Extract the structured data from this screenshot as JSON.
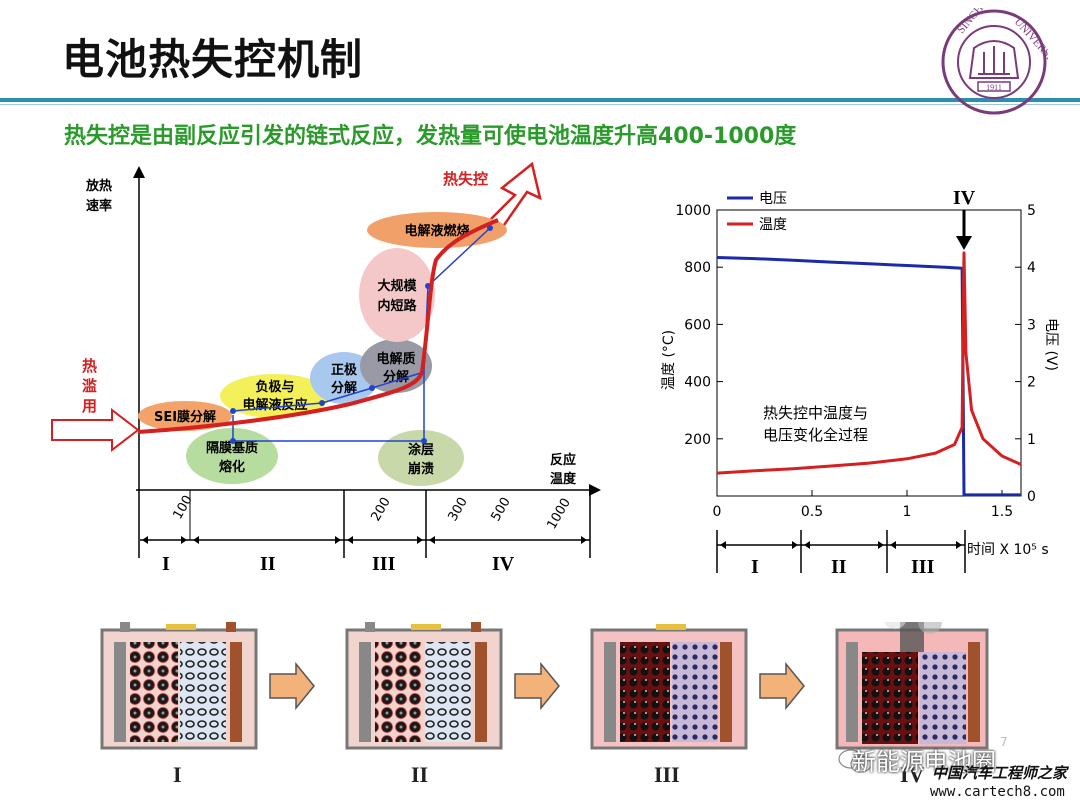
{
  "slide": {
    "title": "电池热失控机制",
    "subtitle": "热失控是由副反应引发的链式反应，发热量可使电池温度升高400-1000度",
    "page_number": "7"
  },
  "logo": {
    "top_text": "SINGHUA",
    "right_text": "UNIVERSITY",
    "year": "1911",
    "color": "#7a3b7a"
  },
  "left_chart": {
    "y_axis_label_line1": "放热",
    "y_axis_label_line2": "速率",
    "x_axis_label_line1": "反应",
    "x_axis_label_line2": "温度",
    "heat_abuse_label": [
      "热",
      "滥",
      "用"
    ],
    "thermal_runaway_label": "热失控",
    "temp_ticks": [
      "100",
      "200",
      "300",
      "500",
      "1000"
    ],
    "stages": [
      "I",
      "II",
      "III",
      "IV"
    ],
    "reactions": {
      "sei": "SEI膜分解",
      "anode_line1": "负极与",
      "anode_line2": "电解液反应",
      "cathode_line1": "正极",
      "cathode_line2": "分解",
      "electrolyte_line1": "电解质",
      "electrolyte_line2": "分解",
      "short_line1": "大规模",
      "short_line2": "内短路",
      "combustion": "电解液燃烧",
      "separator_line1": "隔膜基质",
      "separator_line2": "熔化",
      "coating_line1": "涂层",
      "coating_line2": "崩溃"
    },
    "colors": {
      "curve": "#d42020",
      "connector": "#2244cc",
      "sei_fill": "#f3a36a",
      "anode_fill": "#f3f05a",
      "cathode_fill": "#a8c8ee",
      "electrolyte_fill": "#9a9aa6",
      "short_fill": "#f4c8c8",
      "combustion_fill": "#f1a06a",
      "separator_fill": "#b6dca0",
      "coating_fill": "#c8d8a8"
    }
  },
  "chart_data": {
    "type": "line",
    "title": "",
    "annotation_line1": "热失控中温度与",
    "annotation_line2": "电压变化全过程",
    "xlabel": "时间 X 10⁵ s",
    "ylabel_left": "温度 (°C)",
    "ylabel_right": "电压 (V)",
    "xlim": [
      0,
      1.6
    ],
    "ylim_left": [
      0,
      1000
    ],
    "ylim_right": [
      0,
      5
    ],
    "x_ticks": [
      "0",
      "0.5",
      "1",
      "1.5"
    ],
    "y_ticks_left": [
      "200",
      "400",
      "600",
      "800",
      "1000"
    ],
    "y_ticks_right": [
      "0",
      "1",
      "2",
      "3",
      "4",
      "5"
    ],
    "legend": [
      "电压",
      "温度"
    ],
    "legend_position": "top-left",
    "stage_marker": "IV",
    "stages": [
      "I",
      "II",
      "III"
    ],
    "series": [
      {
        "name": "电压",
        "axis": "right",
        "color": "#1a2aa8",
        "x": [
          0,
          0.2,
          0.4,
          0.6,
          0.8,
          1.0,
          1.2,
          1.29,
          1.3,
          1.31,
          1.6
        ],
        "y": [
          4.17,
          4.15,
          4.12,
          4.09,
          4.06,
          4.03,
          4.0,
          3.98,
          0.02,
          0.02,
          0.02
        ]
      },
      {
        "name": "温度",
        "axis": "left",
        "color": "#d42020",
        "x": [
          0,
          0.2,
          0.4,
          0.6,
          0.8,
          1.0,
          1.15,
          1.25,
          1.29,
          1.3,
          1.31,
          1.34,
          1.4,
          1.5,
          1.6
        ],
        "y": [
          80,
          88,
          95,
          105,
          115,
          130,
          150,
          180,
          240,
          850,
          500,
          300,
          200,
          140,
          110
        ]
      }
    ]
  },
  "bottom": {
    "labels": [
      "I",
      "II",
      "III",
      "IV"
    ]
  },
  "watermark": {
    "line1": "新能源电池圈",
    "line2": "中国汽车工程师之家",
    "line3": "www.cartech8.com"
  }
}
